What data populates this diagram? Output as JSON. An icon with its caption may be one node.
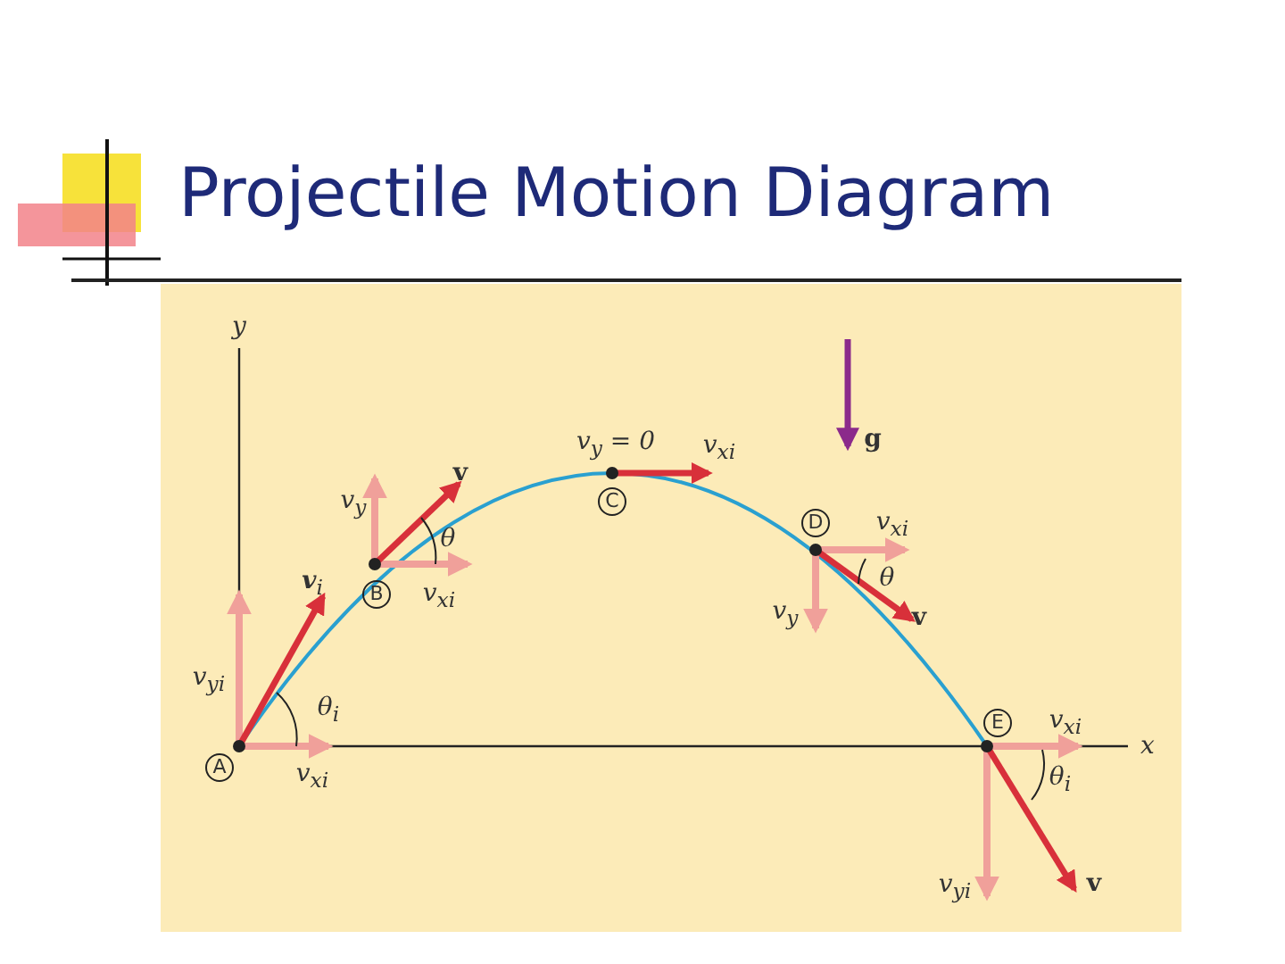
{
  "diagram": {
    "title": "Projectile Motion Diagram",
    "labels": [
      "y",
      "g",
      "v$_{y}$ = 0",
      "v$_{xi}$",
      "v",
      "v$_{y}$",
      "C",
      "D",
      "v$_{xi}$",
      "θ",
      "**v**$_{i}$",
      "θ",
      "B",
      "v$_{xi}$",
      "v$_{y}$",
      "v",
      "v$_{yi}$",
      "θ$_{i}$",
      "E",
      "v$_{xi}$",
      "x",
      "A",
      "v$_{xi}$",
      "θ$_{i}$",
      "v$_{yi}$",
      "v"
    ]
  }
}
